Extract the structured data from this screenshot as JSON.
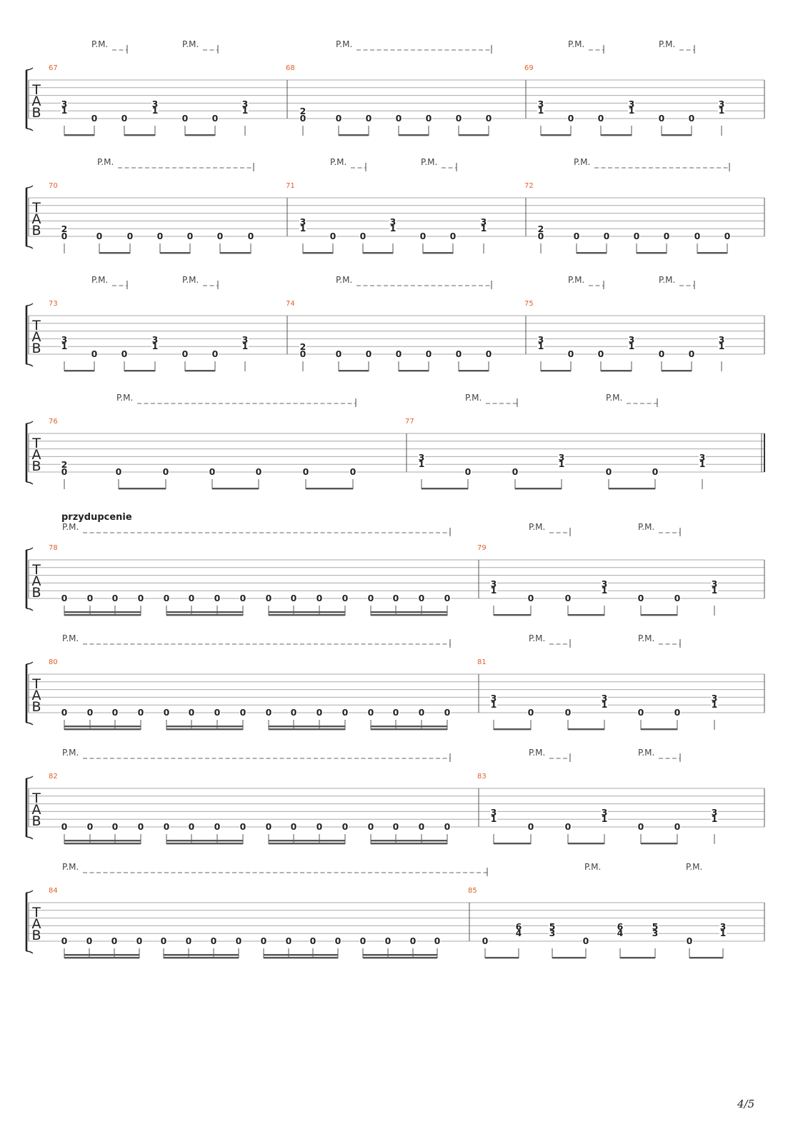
{
  "page_number": "4/5",
  "tab_clef": [
    "T",
    "A",
    "B"
  ],
  "systems": [
    {
      "measures": [
        {
          "number": "67",
          "pm": [
            {
              "label": "P.M."
            },
            {
              "label": "P.M."
            }
          ],
          "notes": [
            [
              "3",
              "1"
            ],
            [
              "0"
            ],
            [
              "0"
            ],
            [
              "3",
              "1"
            ],
            [
              "0"
            ],
            [
              "0"
            ],
            [
              "3",
              "1"
            ]
          ]
        },
        {
          "number": "68",
          "pm": [
            {
              "label": "P.M."
            }
          ],
          "notes": [
            [
              "2",
              "0"
            ],
            [
              "0"
            ],
            [
              "0"
            ],
            [
              "0"
            ],
            [
              "0"
            ],
            [
              "0"
            ],
            [
              "0"
            ]
          ]
        },
        {
          "number": "69",
          "pm": [
            {
              "label": "P.M."
            },
            {
              "label": "P.M."
            }
          ],
          "notes": [
            [
              "3",
              "1"
            ],
            [
              "0"
            ],
            [
              "0"
            ],
            [
              "3",
              "1"
            ],
            [
              "0"
            ],
            [
              "0"
            ],
            [
              "3",
              "1"
            ]
          ]
        }
      ]
    },
    {
      "measures": [
        {
          "number": "70",
          "pm": [
            {
              "label": "P.M."
            }
          ],
          "notes": [
            [
              "2",
              "0"
            ],
            [
              "0"
            ],
            [
              "0"
            ],
            [
              "0"
            ],
            [
              "0"
            ],
            [
              "0"
            ],
            [
              "0"
            ]
          ]
        },
        {
          "number": "71",
          "pm": [
            {
              "label": "P.M."
            },
            {
              "label": "P.M."
            }
          ],
          "notes": [
            [
              "3",
              "1"
            ],
            [
              "0"
            ],
            [
              "0"
            ],
            [
              "3",
              "1"
            ],
            [
              "0"
            ],
            [
              "0"
            ],
            [
              "3",
              "1"
            ]
          ]
        },
        {
          "number": "72",
          "pm": [
            {
              "label": "P.M."
            }
          ],
          "notes": [
            [
              "2",
              "0"
            ],
            [
              "0"
            ],
            [
              "0"
            ],
            [
              "0"
            ],
            [
              "0"
            ],
            [
              "0"
            ],
            [
              "0"
            ]
          ]
        }
      ]
    },
    {
      "measures": [
        {
          "number": "73",
          "pm": [
            {
              "label": "P.M."
            },
            {
              "label": "P.M."
            }
          ],
          "notes": [
            [
              "3",
              "1"
            ],
            [
              "0"
            ],
            [
              "0"
            ],
            [
              "3",
              "1"
            ],
            [
              "0"
            ],
            [
              "0"
            ],
            [
              "3",
              "1"
            ]
          ]
        },
        {
          "number": "74",
          "pm": [
            {
              "label": "P.M."
            }
          ],
          "notes": [
            [
              "2",
              "0"
            ],
            [
              "0"
            ],
            [
              "0"
            ],
            [
              "0"
            ],
            [
              "0"
            ],
            [
              "0"
            ],
            [
              "0"
            ]
          ]
        },
        {
          "number": "75",
          "pm": [
            {
              "label": "P.M."
            },
            {
              "label": "P.M."
            }
          ],
          "notes": [
            [
              "3",
              "1"
            ],
            [
              "0"
            ],
            [
              "0"
            ],
            [
              "3",
              "1"
            ],
            [
              "0"
            ],
            [
              "0"
            ],
            [
              "3",
              "1"
            ]
          ]
        }
      ]
    },
    {
      "final_barline": true,
      "measures": [
        {
          "number": "76",
          "pm": [
            {
              "label": "P.M."
            }
          ],
          "notes": [
            [
              "2",
              "0"
            ],
            [
              "0"
            ],
            [
              "0"
            ],
            [
              "0"
            ],
            [
              "0"
            ],
            [
              "0"
            ],
            [
              "0"
            ]
          ]
        },
        {
          "number": "77",
          "pm": [
            {
              "label": "P.M."
            },
            {
              "label": "P.M."
            }
          ],
          "notes": [
            [
              "3",
              "1"
            ],
            [
              "0"
            ],
            [
              "0"
            ],
            [
              "3",
              "1"
            ],
            [
              "0"
            ],
            [
              "0"
            ],
            [
              "3",
              "1"
            ]
          ]
        }
      ]
    },
    {
      "section": "przydupcenie",
      "measures": [
        {
          "number": "78",
          "pm": [
            {
              "label": "P.M."
            }
          ],
          "notes": [
            [
              "0"
            ],
            [
              "0"
            ],
            [
              "0"
            ],
            [
              "0"
            ],
            [
              "0"
            ],
            [
              "0"
            ],
            [
              "0"
            ],
            [
              "0"
            ],
            [
              "0"
            ],
            [
              "0"
            ],
            [
              "0"
            ],
            [
              "0"
            ],
            [
              "0"
            ],
            [
              "0"
            ],
            [
              "0"
            ],
            [
              "0"
            ]
          ]
        },
        {
          "number": "79",
          "pm": [
            {
              "label": "P.M."
            },
            {
              "label": "P.M."
            }
          ],
          "notes": [
            [
              "3",
              "1"
            ],
            [
              "0"
            ],
            [
              "0"
            ],
            [
              "3",
              "1"
            ],
            [
              "0"
            ],
            [
              "0"
            ],
            [
              "3",
              "1"
            ]
          ]
        }
      ]
    },
    {
      "measures": [
        {
          "number": "80",
          "pm": [
            {
              "label": "P.M."
            }
          ],
          "notes": [
            [
              "0"
            ],
            [
              "0"
            ],
            [
              "0"
            ],
            [
              "0"
            ],
            [
              "0"
            ],
            [
              "0"
            ],
            [
              "0"
            ],
            [
              "0"
            ],
            [
              "0"
            ],
            [
              "0"
            ],
            [
              "0"
            ],
            [
              "0"
            ],
            [
              "0"
            ],
            [
              "0"
            ],
            [
              "0"
            ],
            [
              "0"
            ]
          ]
        },
        {
          "number": "81",
          "pm": [
            {
              "label": "P.M."
            },
            {
              "label": "P.M."
            }
          ],
          "notes": [
            [
              "3",
              "1"
            ],
            [
              "0"
            ],
            [
              "0"
            ],
            [
              "3",
              "1"
            ],
            [
              "0"
            ],
            [
              "0"
            ],
            [
              "3",
              "1"
            ]
          ]
        }
      ]
    },
    {
      "measures": [
        {
          "number": "82",
          "pm": [
            {
              "label": "P.M."
            }
          ],
          "notes": [
            [
              "0"
            ],
            [
              "0"
            ],
            [
              "0"
            ],
            [
              "0"
            ],
            [
              "0"
            ],
            [
              "0"
            ],
            [
              "0"
            ],
            [
              "0"
            ],
            [
              "0"
            ],
            [
              "0"
            ],
            [
              "0"
            ],
            [
              "0"
            ],
            [
              "0"
            ],
            [
              "0"
            ],
            [
              "0"
            ],
            [
              "0"
            ]
          ]
        },
        {
          "number": "83",
          "pm": [
            {
              "label": "P.M."
            },
            {
              "label": "P.M."
            }
          ],
          "notes": [
            [
              "3",
              "1"
            ],
            [
              "0"
            ],
            [
              "0"
            ],
            [
              "3",
              "1"
            ],
            [
              "0"
            ],
            [
              "0"
            ],
            [
              "3",
              "1"
            ]
          ]
        }
      ]
    },
    {
      "measures": [
        {
          "number": "84",
          "pm": [
            {
              "label": "P.M."
            }
          ],
          "notes": [
            [
              "0"
            ],
            [
              "0"
            ],
            [
              "0"
            ],
            [
              "0"
            ],
            [
              "0"
            ],
            [
              "0"
            ],
            [
              "0"
            ],
            [
              "0"
            ],
            [
              "0"
            ],
            [
              "0"
            ],
            [
              "0"
            ],
            [
              "0"
            ],
            [
              "0"
            ],
            [
              "0"
            ],
            [
              "0"
            ],
            [
              "0"
            ]
          ]
        },
        {
          "number": "85",
          "pm": [
            {
              "label": "P.M."
            },
            {
              "label": "P.M."
            }
          ],
          "notes": [
            [
              "0"
            ],
            [
              "6",
              "4"
            ],
            [
              "5",
              "3"
            ],
            [
              "0"
            ],
            [
              "6",
              "4"
            ],
            [
              "5",
              "3"
            ],
            [
              "0"
            ],
            [
              "3",
              "1"
            ]
          ]
        }
      ]
    }
  ]
}
